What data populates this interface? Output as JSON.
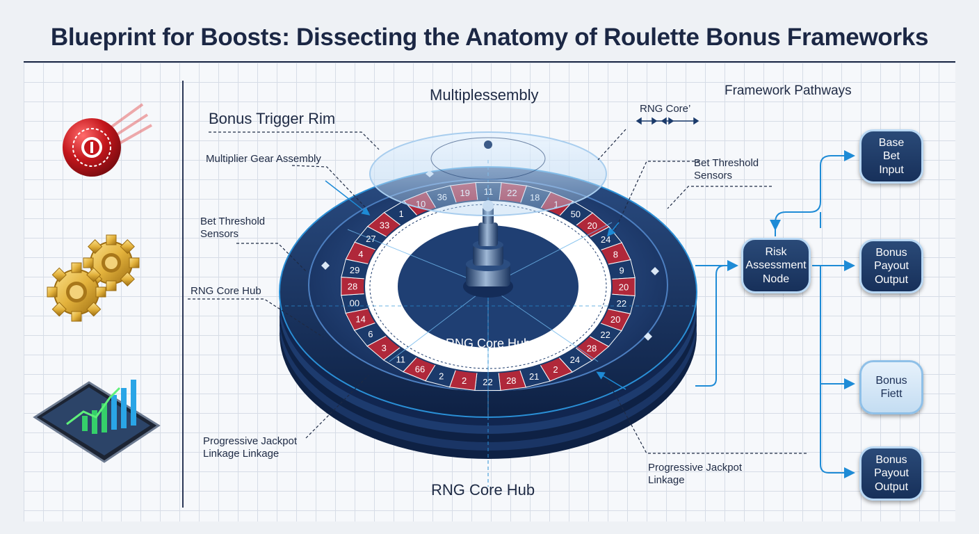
{
  "title": "Blueprint for Boosts: Dissecting the Anatomy of Roulette Bonus Frameworks",
  "labels": {
    "top_center": "Multiplessembly",
    "framework_pathways": "Framework Pathways",
    "bonus_trigger_rim": "Bonus Trigger Rim",
    "multiplier_gear": "Multiplier Gear Assembly",
    "bet_threshold_left": "Bet Threshold\nSensors",
    "rng_core_hub_left": "RNG Core Hub",
    "progressive_left": "Progressive Jackpot\nLinkage Linkage",
    "rng_core_top": "RNG Core’",
    "bet_threshold_right": "Bet Threshold\nSensors",
    "progressive_right": "Progressive Jackpot\nLinkage",
    "rng_core_hub_bottom": "RNG Core Hub",
    "rng_core_hub_wheel": "RNG Core Hub"
  },
  "nodes": {
    "base_bet": "Base\nBet\nInput",
    "risk": "Risk\nAssessment\nNode",
    "bonus_payout_1": "Bonus\nPayout\nOutput",
    "bonus_fiett": "Bonus\nFiett",
    "bonus_payout_2": "Bonus\nPayout\nOutput"
  },
  "wheel_numbers": [
    "22",
    "18",
    "1",
    "50",
    "20",
    "24",
    "8",
    "9",
    "20",
    "22",
    "20",
    "22",
    "28",
    "24",
    "2",
    "21",
    "28",
    "22",
    "2",
    "2",
    "66",
    "11",
    "3",
    "6",
    "14",
    "00",
    "28",
    "29",
    "4",
    "27",
    "33",
    "1",
    "10",
    "36",
    "19",
    "11"
  ],
  "colors": {
    "navy": "#1b3a6b",
    "red": "#b0283a",
    "accent_blue": "#2a8fd6",
    "gold": "#e3b23c"
  },
  "icons": [
    "roulette-ball-icon",
    "gears-icon",
    "tablet-chart-icon"
  ]
}
